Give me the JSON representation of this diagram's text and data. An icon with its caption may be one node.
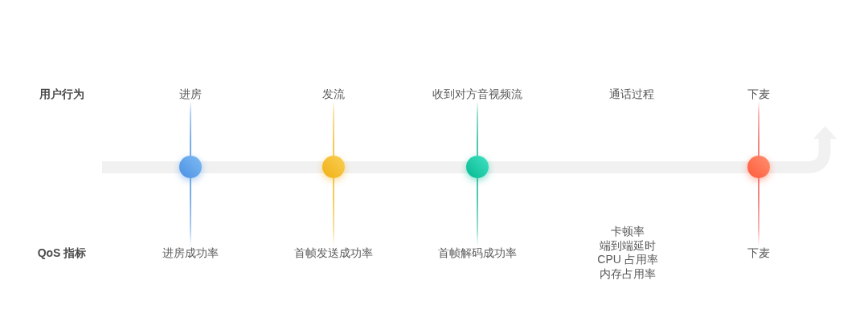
{
  "diagram": {
    "nodes": [
      {
        "text": [
          "进房"
        ]
      },
      {
        "text": [],
        "shape": "circle"
      },
      {
        "text": [
          "进房成功率"
        ]
      },
      {
        "text": [
          "发流"
        ]
      },
      {
        "text": [],
        "shape": "circle"
      },
      {
        "text": [
          "首帧发送成功率"
        ]
      },
      {
        "text": [
          "收到对方音视频流"
        ]
      },
      {
        "text": [],
        "shape": "circle"
      },
      {
        "text": [
          "首帧解码成功率"
        ]
      },
      {
        "text": [
          "下麦"
        ]
      },
      {
        "text": [],
        "shape": "circle"
      },
      {
        "text": [
          "下麦"
        ]
      }
    ],
    "edges": [
      {
        "from": 0,
        "to": 1,
        "arrow": "none",
        "color": "#4a90e2"
      },
      {
        "from": 1,
        "to": 2,
        "arrow": "none",
        "color": "#4a90e2"
      },
      {
        "from": 3,
        "to": 4,
        "arrow": "none",
        "color": "#f5b820"
      },
      {
        "from": 4,
        "to": 5,
        "arrow": "none",
        "color": "#f5b820"
      },
      {
        "from": 6,
        "to": 7,
        "arrow": "none",
        "color": "#12b594"
      },
      {
        "from": 7,
        "to": 8,
        "arrow": "none",
        "color": "#12b594"
      },
      {
        "from": 9,
        "to": 10,
        "arrow": "none",
        "color": "#ee5a5a"
      },
      {
        "from": 10,
        "to": 11,
        "arrow": "none",
        "color": "#ee5a5a"
      }
    ],
    "labels": [
      "用户行为",
      "通话过程",
      "QoS 指标",
      "卡顿率",
      "端到端延时",
      "CPU 占用率",
      "内存占用率"
    ]
  }
}
